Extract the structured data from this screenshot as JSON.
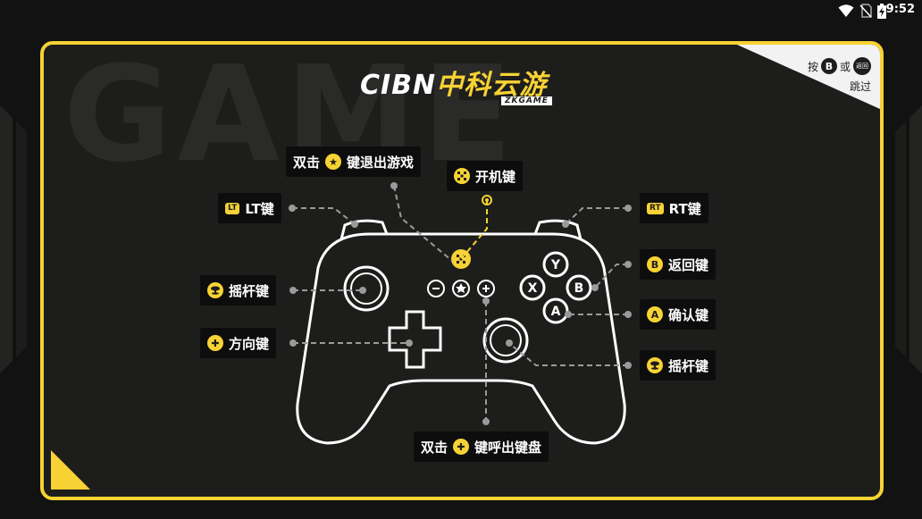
{
  "status_bar": {
    "time": "9:52",
    "icons": [
      "wifi-icon",
      "no-sim-icon",
      "battery-charging-icon"
    ]
  },
  "background_text": "GAME",
  "logo": {
    "main_latin": "CIBN",
    "main_cn": "中科云游",
    "sub": "ZKGAME"
  },
  "skip": {
    "press": "按",
    "b_key": "B",
    "or": "或",
    "back_key": "返回",
    "skip_label": "跳过"
  },
  "labels": {
    "exit_game": {
      "prefix": "双击",
      "suffix": "键退出游戏",
      "icon": "star-icon"
    },
    "power": {
      "text": "开机键",
      "icon": "power-grid-icon"
    },
    "lt": {
      "badge": "LT",
      "text": "LT键"
    },
    "rt": {
      "badge": "RT",
      "text": "RT键"
    },
    "stick_left": {
      "text": "摇杆键",
      "icon": "joystick-icon"
    },
    "stick_right": {
      "text": "摇杆键",
      "icon": "joystick-icon"
    },
    "dpad": {
      "text": "方向键",
      "icon": "dpad-icon"
    },
    "back": {
      "badge": "B",
      "text": "返回键"
    },
    "confirm": {
      "badge": "A",
      "text": "确认键"
    },
    "keyboard": {
      "prefix": "双击",
      "suffix": "键呼出键盘",
      "icon": "plus-icon"
    }
  },
  "controller_buttons": {
    "y": "Y",
    "x": "X",
    "b": "B",
    "a": "A"
  },
  "colors": {
    "accent": "#f7d234",
    "background": "#1d1d1b",
    "label_bg": "#0d0d0d",
    "line": "#9a9a9a"
  }
}
